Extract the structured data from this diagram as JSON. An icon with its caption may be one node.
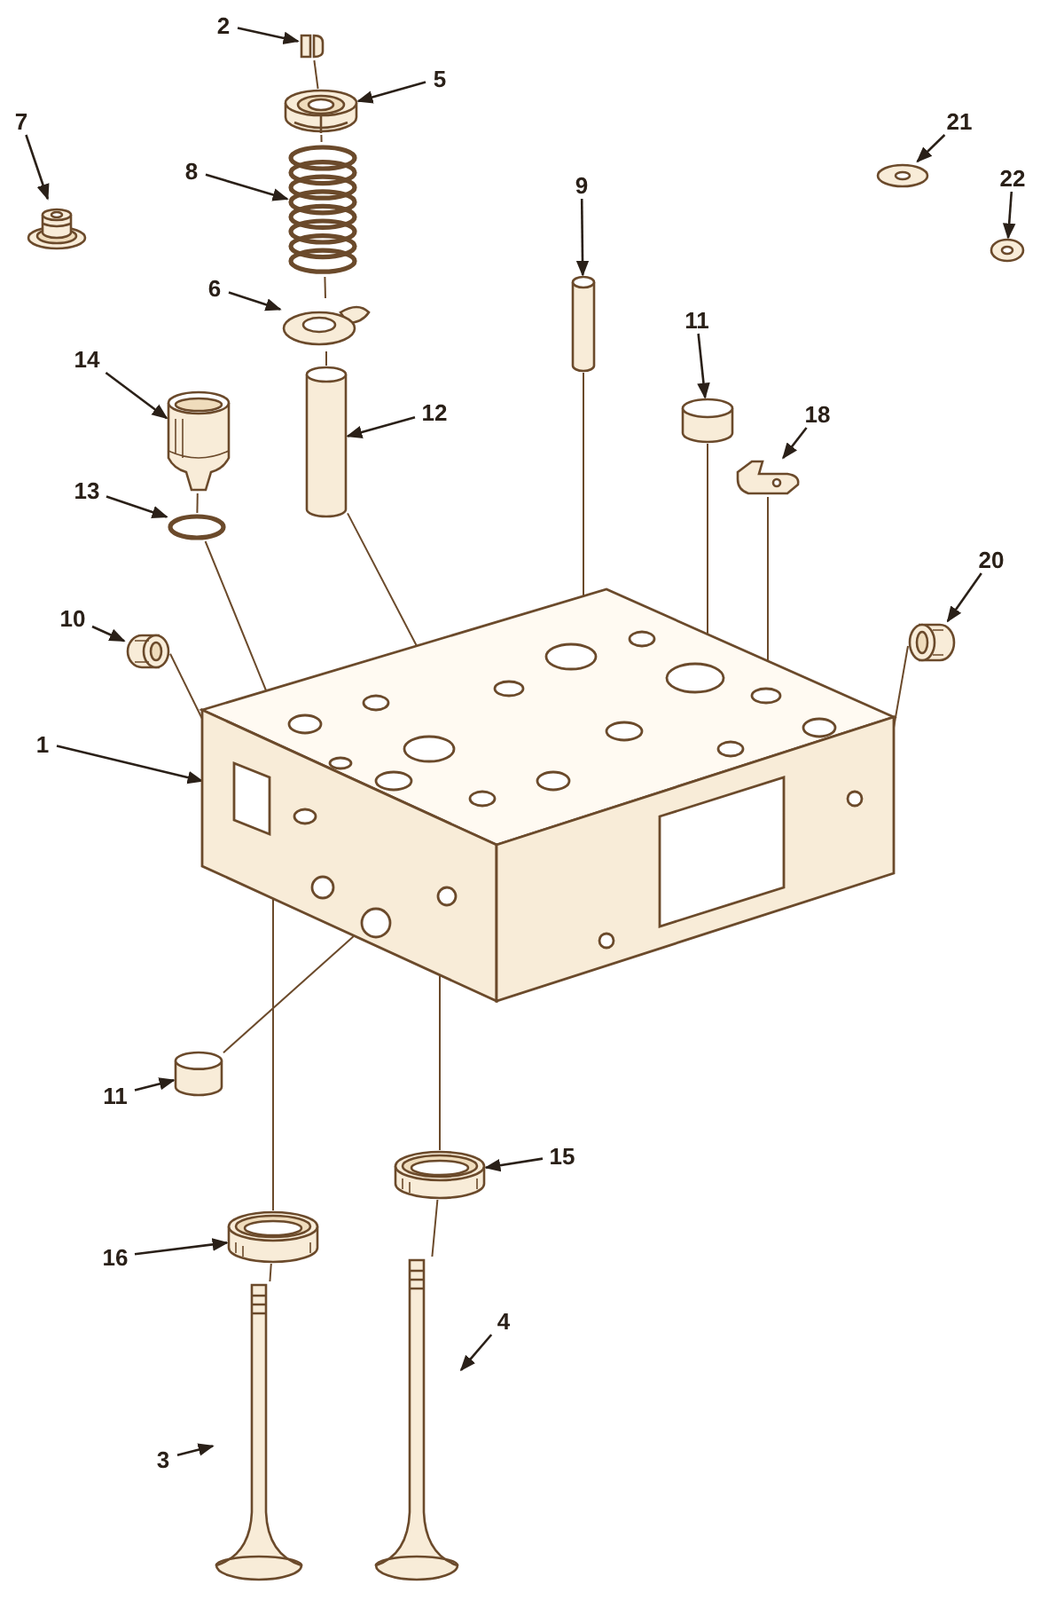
{
  "diagram": {
    "nodes": [
      {
        "text": [
          "2"
        ]
      },
      {
        "text": [],
        "shape": "picture"
      },
      {
        "text": [
          "5"
        ]
      },
      {
        "text": [],
        "shape": "picture"
      },
      {
        "text": [
          "7"
        ]
      },
      {
        "text": [],
        "shape": "picture"
      },
      {
        "text": [
          "21"
        ]
      },
      {
        "text": [],
        "shape": "picture"
      },
      {
        "text": [
          "22"
        ]
      },
      {
        "text": [],
        "shape": "picture"
      },
      {
        "text": [
          "8"
        ]
      },
      {
        "text": [],
        "shape": "picture"
      },
      {
        "text": [
          "9"
        ]
      },
      {
        "text": [],
        "shape": "cylinder"
      },
      {
        "text": [
          "6"
        ]
      },
      {
        "text": [],
        "shape": "picture"
      },
      {
        "text": [
          "11"
        ]
      },
      {
        "text": [],
        "shape": "cylinder"
      },
      {
        "text": [
          "14"
        ]
      },
      {
        "text": [],
        "shape": "picture"
      },
      {
        "text": [
          "18"
        ]
      },
      {
        "text": [],
        "shape": "picture"
      },
      {
        "text": [
          "12"
        ]
      },
      {
        "text": [],
        "shape": "cylinder"
      },
      {
        "text": [
          "13"
        ]
      },
      {
        "text": [],
        "shape": "circle"
      },
      {
        "text": [
          "20"
        ]
      },
      {
        "text": [],
        "shape": "picture"
      },
      {
        "text": [
          "10"
        ]
      },
      {
        "text": [],
        "shape": "picture"
      },
      {
        "text": [
          "1"
        ]
      },
      {
        "text": [],
        "shape": "picture"
      },
      {
        "text": [
          "11"
        ]
      },
      {
        "text": [],
        "shape": "cylinder"
      },
      {
        "text": [
          "15"
        ]
      },
      {
        "text": [],
        "shape": "picture"
      },
      {
        "text": [
          "16"
        ]
      },
      {
        "text": [],
        "shape": "picture"
      },
      {
        "text": [
          "4"
        ]
      },
      {
        "text": [],
        "shape": "picture"
      },
      {
        "text": [
          "3"
        ]
      },
      {
        "text": [],
        "shape": "picture"
      }
    ],
    "edges": [
      {
        "from": 0,
        "to": 1,
        "arrow": "to"
      },
      {
        "from": 2,
        "to": 3,
        "arrow": "to"
      },
      {
        "from": 4,
        "to": 5,
        "arrow": "to"
      },
      {
        "from": 6,
        "to": 7,
        "arrow": "to"
      },
      {
        "from": 8,
        "to": 9,
        "arrow": "to"
      },
      {
        "from": 10,
        "to": 11,
        "arrow": "to"
      },
      {
        "from": 12,
        "to": 13,
        "arrow": "to"
      },
      {
        "from": 14,
        "to": 15,
        "arrow": "to"
      },
      {
        "from": 16,
        "to": 17,
        "arrow": "to"
      },
      {
        "from": 18,
        "to": 19,
        "arrow": "to"
      },
      {
        "from": 20,
        "to": 21,
        "arrow": "to"
      },
      {
        "from": 22,
        "to": 23,
        "arrow": "to"
      },
      {
        "from": 24,
        "to": 25,
        "arrow": "to"
      },
      {
        "from": 26,
        "to": 27,
        "arrow": "to"
      },
      {
        "from": 28,
        "to": 29,
        "arrow": "to"
      },
      {
        "from": 30,
        "to": 31,
        "arrow": "to"
      },
      {
        "from": 32,
        "to": 33,
        "arrow": "to"
      },
      {
        "from": 34,
        "to": 35,
        "arrow": "to"
      },
      {
        "from": 36,
        "to": 37,
        "arrow": "to"
      },
      {
        "from": 38,
        "to": 39,
        "arrow": "to"
      },
      {
        "from": 40,
        "to": 41,
        "arrow": "to"
      },
      {
        "from": 1,
        "to": 3,
        "arrow": "none"
      },
      {
        "from": 3,
        "to": 11,
        "arrow": "none"
      },
      {
        "from": 11,
        "to": 15,
        "arrow": "none"
      },
      {
        "from": 15,
        "to": 23,
        "arrow": "none"
      },
      {
        "from": 23,
        "to": 31,
        "arrow": "none"
      },
      {
        "from": 19,
        "to": 25,
        "arrow": "none"
      },
      {
        "from": 25,
        "to": 31,
        "arrow": "none"
      },
      {
        "from": 13,
        "to": 31,
        "arrow": "none"
      },
      {
        "from": 17,
        "to": 31,
        "arrow": "none"
      },
      {
        "from": 21,
        "to": 31,
        "arrow": "none"
      },
      {
        "from": 27,
        "to": 31,
        "arrow": "none"
      },
      {
        "from": 29,
        "to": 31,
        "arrow": "none"
      },
      {
        "from": 33,
        "to": 31,
        "arrow": "none"
      },
      {
        "from": 31,
        "to": 35,
        "arrow": "none"
      },
      {
        "from": 35,
        "to": 39,
        "arrow": "none"
      },
      {
        "from": 31,
        "to": 37,
        "arrow": "none"
      },
      {
        "from": 37,
        "to": 41,
        "arrow": "none"
      }
    ]
  }
}
